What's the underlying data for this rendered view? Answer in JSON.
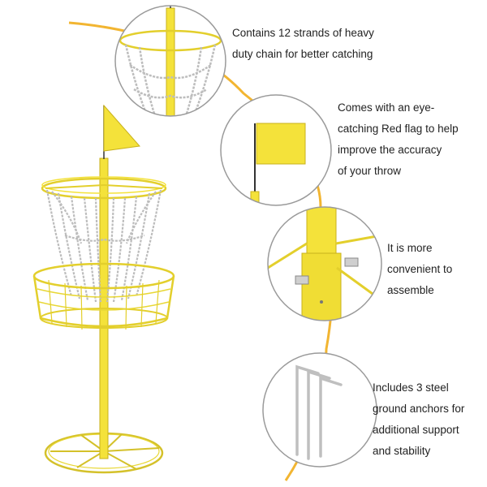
{
  "theme": {
    "accent": "#f2b531",
    "pole": "#f4e23a",
    "pole_dark": "#c9b21c",
    "chain": "#c8c8c8",
    "circle_stroke": "#9a9a9a"
  },
  "features": [
    {
      "icon": "chain-closeup-icon",
      "lines": [
        "Contains 12 strands of heavy",
        "duty chain for better catching"
      ]
    },
    {
      "icon": "flag-closeup-icon",
      "lines": [
        "Comes with an eye-",
        "catching Red flag to help",
        "improve the accuracy",
        "of your throw"
      ]
    },
    {
      "icon": "pole-joint-closeup-icon",
      "lines": [
        "It is more",
        "convenient to",
        "assemble"
      ]
    },
    {
      "icon": "ground-anchor-icon",
      "lines": [
        "Includes 3 steel",
        "ground anchors for",
        "additional support",
        "and stability"
      ]
    }
  ]
}
